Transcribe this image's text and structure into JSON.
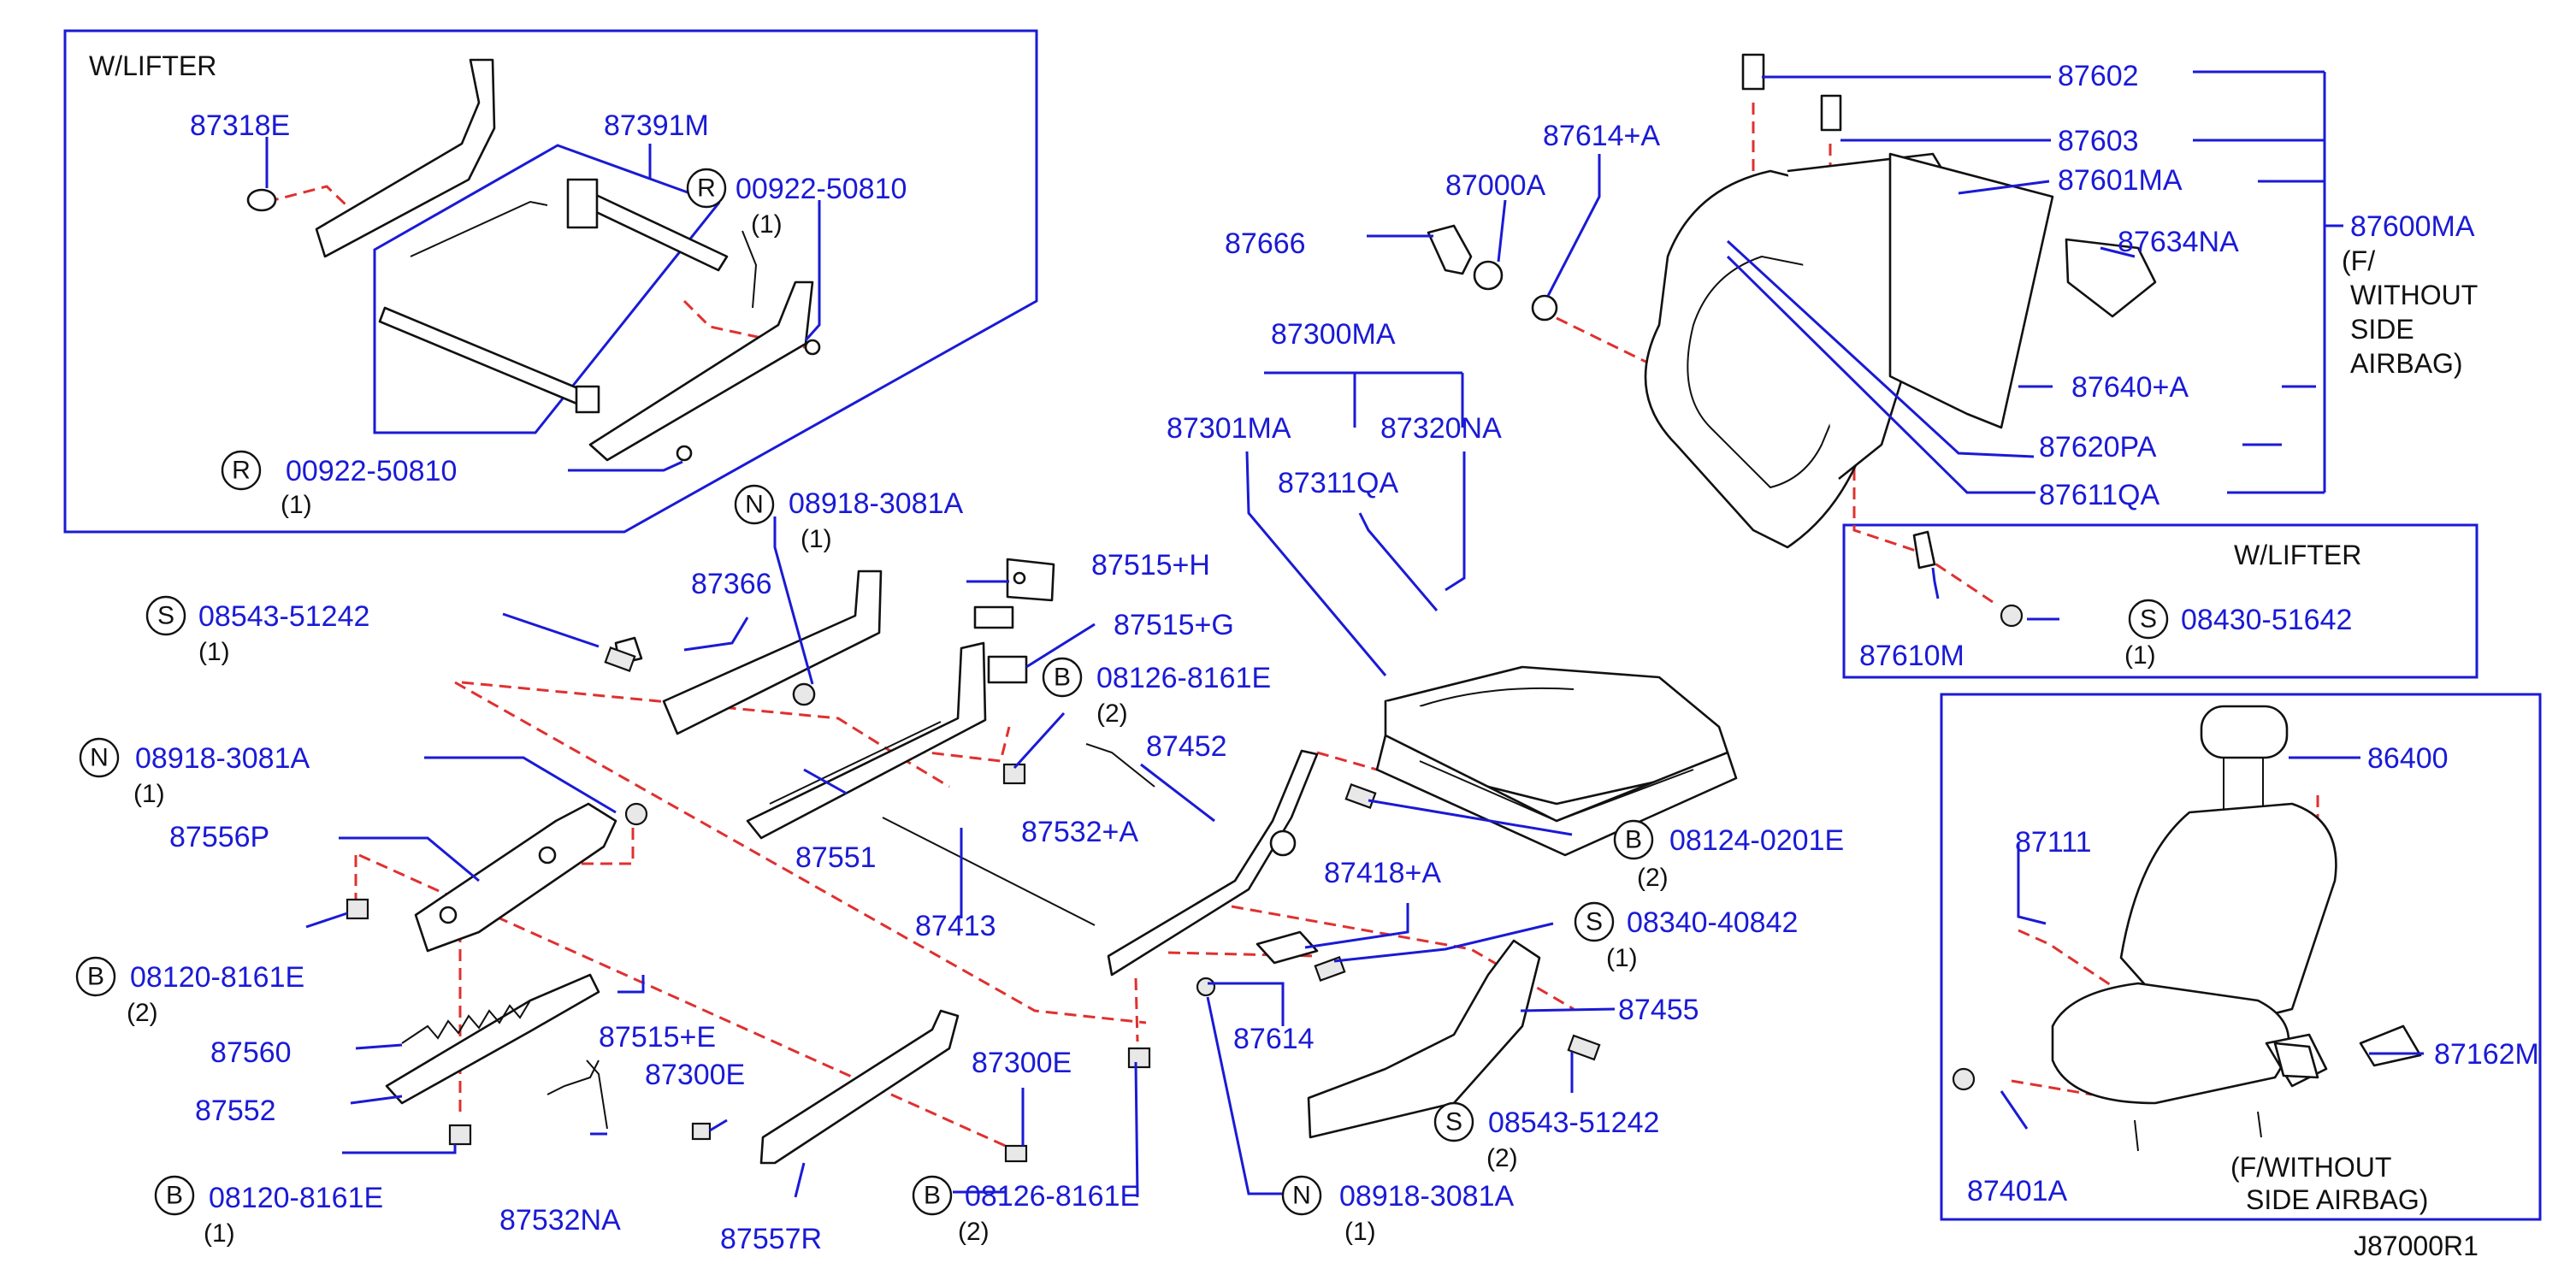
{
  "diagram": {
    "reference_code": "J87000R1",
    "notes": {
      "wlifter_top": "W/LIFTER",
      "wlifter_right": "W/LIFTER",
      "f_without_side_airbag_a": "(F/",
      "f_without_side_airbag_b": "WITHOUT",
      "f_without_side_airbag_c": "SIDE",
      "f_without_side_airbag_d": "AIRBAG)",
      "f_without_small_a": "(F/WITHOUT",
      "f_without_small_b": "SIDE  AIRBAG)"
    },
    "part_numbers": {
      "p87318E": "87318E",
      "p87391M": "87391M",
      "p00922_50810_a": "00922-50810",
      "q00922_a": "(1)",
      "p00922_50810_b": "00922-50810",
      "q00922_b": "(1)",
      "p08918_3081A_a": "08918-3081A",
      "q08918_a": "(1)",
      "p87366": "87366",
      "p87515H": "87515+H",
      "p87515G": "87515+G",
      "p08543_51242_a": "08543-51242",
      "q08543_a": "(1)",
      "p08126_8161E_a": "08126-8161E",
      "q08126_a": "(2)",
      "p08918_3081A_b": "08918-3081A",
      "q08918_b": "(1)",
      "p87452": "87452",
      "p87532A": "87532+A",
      "p87556P": "87556P",
      "p87551": "87551",
      "p87413": "87413",
      "p08120_8161E_a": "08120-8161E",
      "q08120_a": "(2)",
      "p87560": "87560",
      "p87515E": "87515+E",
      "p87300E_a": "87300E",
      "p87300E_b": "87300E",
      "p87552": "87552",
      "p08120_8161E_b": "08120-8161E",
      "q08120_b": "(1)",
      "p87532NA": "87532NA",
      "p87557R": "87557R",
      "p08126_8161E_b": "08126-8161E",
      "q08126_b": "(2)",
      "p87614": "87614",
      "p08918_3081A_c": "08918-3081A",
      "q08918_c": "(1)",
      "p87418A": "87418+A",
      "p08340_40842": "08340-40842",
      "q08340": "(1)",
      "p87455": "87455",
      "p08543_51242_b": "08543-51242",
      "q08543_b": "(2)",
      "p08124_0201E": "08124-0201E",
      "q08124": "(2)",
      "p87666": "87666",
      "p87000A": "87000A",
      "p87614A": "87614+A",
      "p87300MA": "87300MA",
      "p87301MA": "87301MA",
      "p87320NA": "87320NA",
      "p87311QA": "87311QA",
      "p87602": "87602",
      "p87603": "87603",
      "p87601MA": "87601MA",
      "p87600MA": "87600MA",
      "p87634NA": "87634NA",
      "p87640A": "87640+A",
      "p87620PA": "87620PA",
      "p87611QA": "87611QA",
      "p87610M": "87610M",
      "p08430_51642": "08430-51642",
      "q08430": "(1)",
      "p86400": "86400",
      "p87111": "87111",
      "p87162M": "87162M",
      "p87401A": "87401A"
    },
    "circle_letters": {
      "R": "R",
      "N": "N",
      "S": "S",
      "B": "B"
    }
  }
}
